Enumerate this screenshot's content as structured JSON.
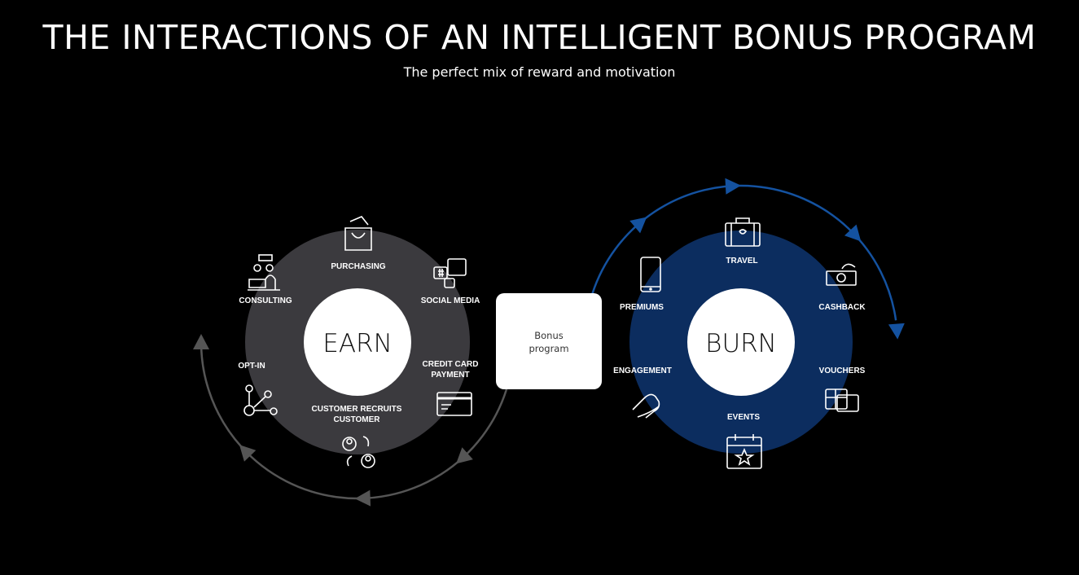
{
  "title": "THE INTERACTIONS OF AN INTELLIGENT BONUS PROGRAM",
  "subtitle": "The perfect mix of reward and motivation",
  "colors": {
    "earn_ring": "#3b3a3e",
    "burn_ring": "#0c2d5f",
    "earn_arrow": "#555555",
    "burn_arrow": "#1452a0"
  },
  "earn": {
    "center": "EARN",
    "items": [
      "PURCHASING",
      "SOCIAL MEDIA",
      "CREDIT CARD",
      "PAYMENT",
      "CUSTOMER RECRUITS",
      "CUSTOMER",
      "OPT-IN",
      "CONSULTING"
    ]
  },
  "bonus": {
    "line1": "Bonus",
    "line2": "program"
  },
  "burn": {
    "center": "BURN",
    "items": [
      "TRAVEL",
      "CASHBACK",
      "VOUCHERS",
      "EVENTS",
      "ENGAGEMENT",
      "PREMIUMS"
    ]
  }
}
